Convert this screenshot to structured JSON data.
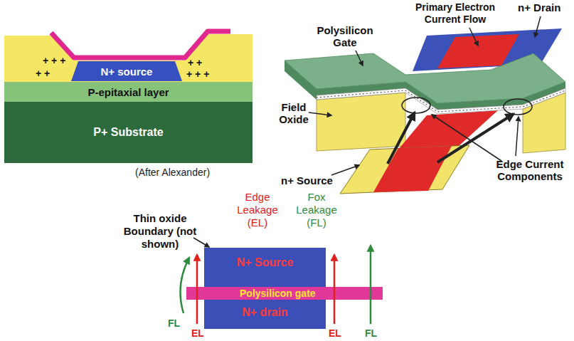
{
  "diagram": {
    "nodes": [
      {
        "text": [
          "N+ source"
        ]
      },
      {
        "text": [
          "P-epitaxial layer"
        ]
      },
      {
        "text": [
          "P+ Substrate"
        ]
      },
      {
        "text": [
          "N+ Source",
          "N+ drain"
        ]
      },
      {
        "text": [
          "Polysilicon gate"
        ]
      }
    ],
    "labels": [
      "+ + +",
      "+ +",
      "+ +",
      "+ + +",
      "(After Alexander)",
      "Primary Electron Current Flow",
      "n+ Drain",
      "Polysilicon Gate",
      "Field Oxide",
      "Edge Current Components",
      "n+ Source",
      "Thin oxide Boundary (not shown)",
      "Edge Leakage (EL)",
      "Fox Leakage (FL)",
      "FL",
      "EL",
      "EL",
      "FL"
    ]
  }
}
